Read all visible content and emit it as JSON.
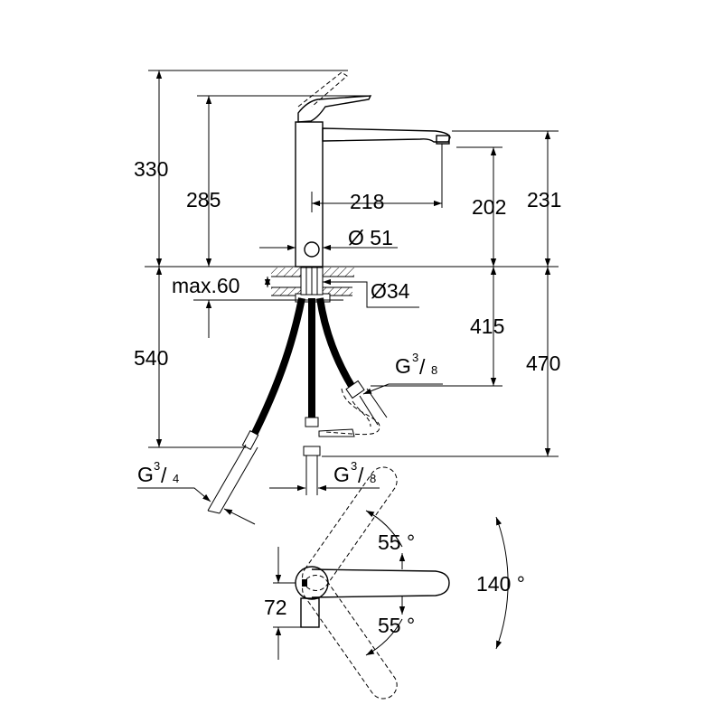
{
  "dimensions": {
    "total_height": "330",
    "lever_height": "285",
    "reach": "218",
    "spout_clearance": "202",
    "spout_height": "231",
    "base_diameter": "Ø 51",
    "deck_max": "max.60",
    "hole_diameter": "Ø34",
    "hose_length": "540",
    "connector_depth": "415",
    "supply_depth": "470",
    "base_width": "72",
    "lever_angle_top": "55 °",
    "lever_angle_bottom": "55 °",
    "lever_range": "140 °"
  },
  "threads": {
    "hose_left": {
      "main": "G",
      "num": "3",
      "den": "4"
    },
    "hose_mid": {
      "main": "G",
      "num": "3",
      "den": "8"
    },
    "hose_right": {
      "main": "G",
      "num": "3",
      "den": "8"
    }
  }
}
